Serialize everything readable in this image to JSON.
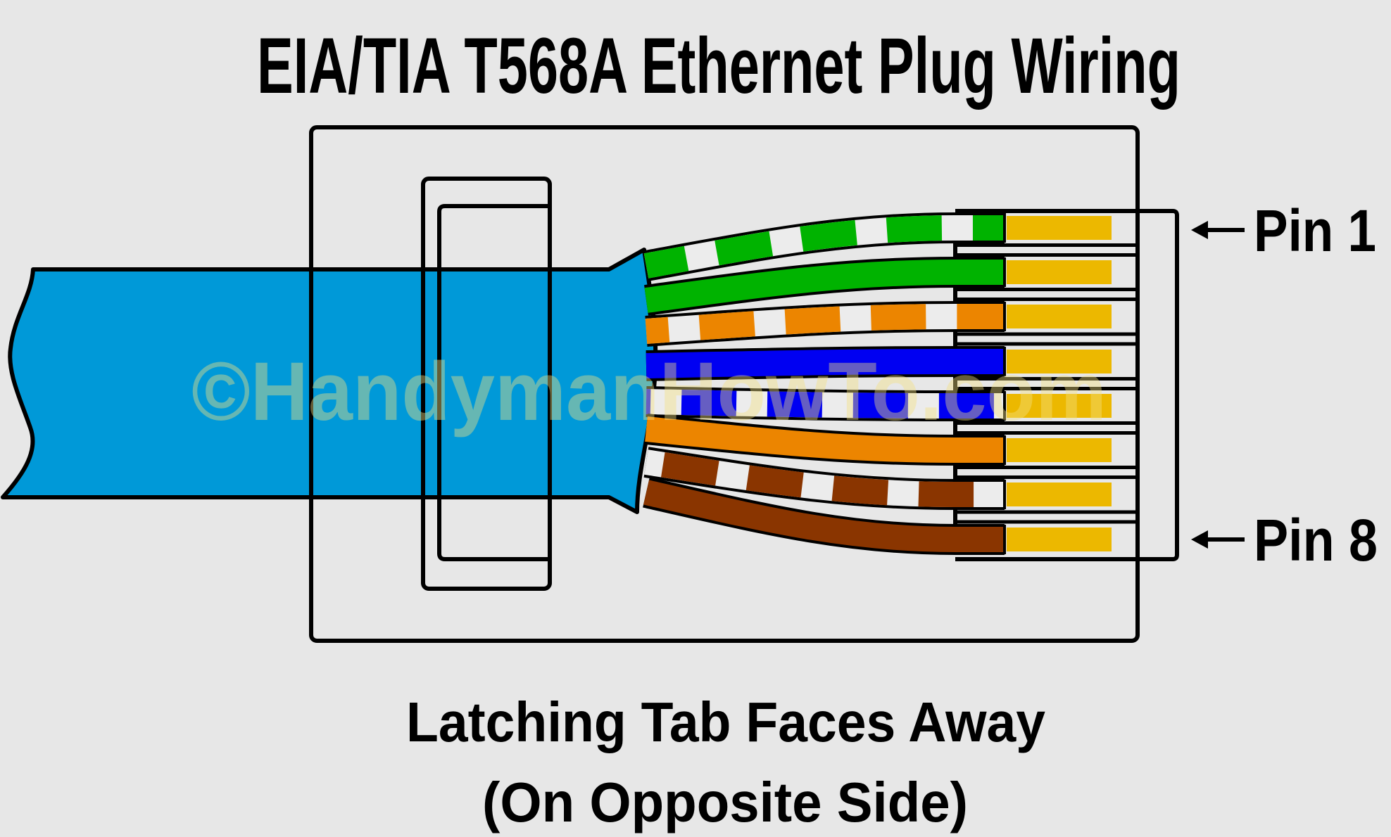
{
  "title": "EIA/TIA T568A Ethernet Plug Wiring",
  "caption": {
    "line1": "Latching Tab Faces Away",
    "line2": "(On Opposite Side)"
  },
  "pin_labels": {
    "first": "Pin 1",
    "last": "Pin 8"
  },
  "watermark": "©HandymanHowTo.com",
  "colors": {
    "background": "#e7e7e7",
    "cable_jacket": "#0099d8",
    "contact_gold": "#ecb800",
    "green": "#00b300",
    "orange": "#ec8500",
    "blue": "#0000f2",
    "brown": "#8a3500",
    "white_insulation": "#ececec",
    "outline": "#000000",
    "watermark": "#f2e080"
  },
  "wires": [
    {
      "pin": 1,
      "name": "White/Green",
      "color": "#00b300",
      "striped": true
    },
    {
      "pin": 2,
      "name": "Green",
      "color": "#00b300",
      "striped": false
    },
    {
      "pin": 3,
      "name": "White/Orange",
      "color": "#ec8500",
      "striped": true
    },
    {
      "pin": 4,
      "name": "Blue",
      "color": "#0000f2",
      "striped": false
    },
    {
      "pin": 5,
      "name": "White/Blue",
      "color": "#0000f2",
      "striped": true
    },
    {
      "pin": 6,
      "name": "Orange",
      "color": "#ec8500",
      "striped": false
    },
    {
      "pin": 7,
      "name": "White/Brown",
      "color": "#8a3500",
      "striped": true
    },
    {
      "pin": 8,
      "name": "Brown",
      "color": "#8a3500",
      "striped": false
    }
  ]
}
